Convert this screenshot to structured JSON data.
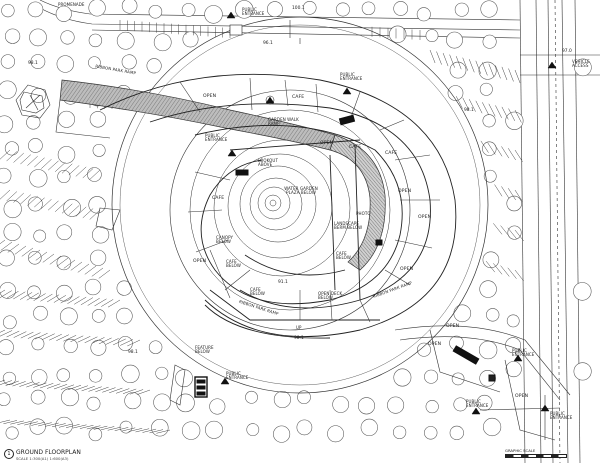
{
  "drawing": {
    "title": "GROUND FLOORPLAN",
    "number": "1",
    "scale_text": "SCALE 1:300(A1) 1:600(A3)",
    "graphic_scale_label": "GRAPHIC SCALE"
  },
  "labels": {
    "promenade": "PROMENADE",
    "ribbon_park_ramp_top": "RIBBON PARK RAMP",
    "public_entrance_top": "PUBLIC ENTRANCE",
    "level_100": "100.1",
    "level_96_top": "96.1",
    "level_98_nw": "98.1",
    "level_97": "97.0",
    "vehicle_access": "VEHICLE ACCESS",
    "public_entrance_ne": "PUBLIC ENTRANCE",
    "open_north": "OPEN",
    "cafe_north": "CAFE",
    "garden_walk_ramp": "GARDEN WALK RAMP",
    "public_entrance_w": "PUBLIC ENTRANCE",
    "open_mid": "OPEN",
    "cafe_east1": "CAFE",
    "cafe_east2": "CAFE",
    "lookout_above": "LOOKOUT ABOVE",
    "cafe_west": "CAFE",
    "water_garden": "WATER GARDEN PLAZA BELOW",
    "photo": "PHOTO",
    "landscape_berm": "LANDSCAPE BERM BELOW",
    "open_e1": "OPEN",
    "open_e2": "OPEN",
    "canopy_below": "CANOPY BELOW",
    "cafe_below_w": "CAFE BELOW",
    "cafe_below_c": "CAFE BELOW",
    "cafe_below_s": "CAFE BELOW",
    "open_w": "OPEN",
    "open_deck": "OPEN DECK BELOW",
    "open_se": "OPEN",
    "ribbon_park_ramp_s": "RIBBON PARK RAMP",
    "ribbon_park_ramp_e": "RIBBON PARK RAMP",
    "up": "UP",
    "level_98_s": "98.1",
    "level_91": "91.1",
    "feature_below": "FEATURE BELOW",
    "public_entrance_sw": "PUBLIC ENTRANCE",
    "open_ssw": "OPEN",
    "open_se2": "OPEN",
    "public_entrance_se": "PUBLIC ENTRANCE",
    "public_entrance_s": "PUBLIC ENTRANCE",
    "public_entrance_br": "PUBLIC ENTRANCE",
    "open_br": "OPEN",
    "level_98_w": "98.1",
    "level_98_e": "98.1"
  }
}
